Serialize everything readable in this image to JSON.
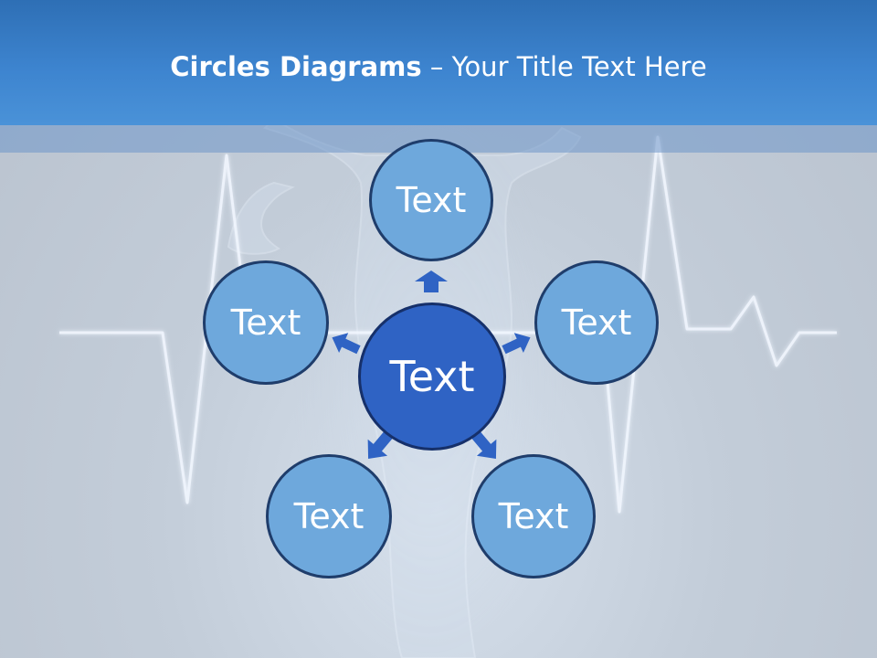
{
  "title": {
    "bold": "Circles Diagrams",
    "dash": " – ",
    "rest": "Your Title Text Here"
  },
  "diagram": {
    "center": "Text",
    "nodes": [
      "Text",
      "Text",
      "Text",
      "Text",
      "Text"
    ]
  },
  "colors": {
    "header": "#3d84cf",
    "circle_fill": "#6ea8dc",
    "center_fill": "#2f63c4",
    "circle_border": "#1f3d6b",
    "arrow": "#2f63c4"
  }
}
